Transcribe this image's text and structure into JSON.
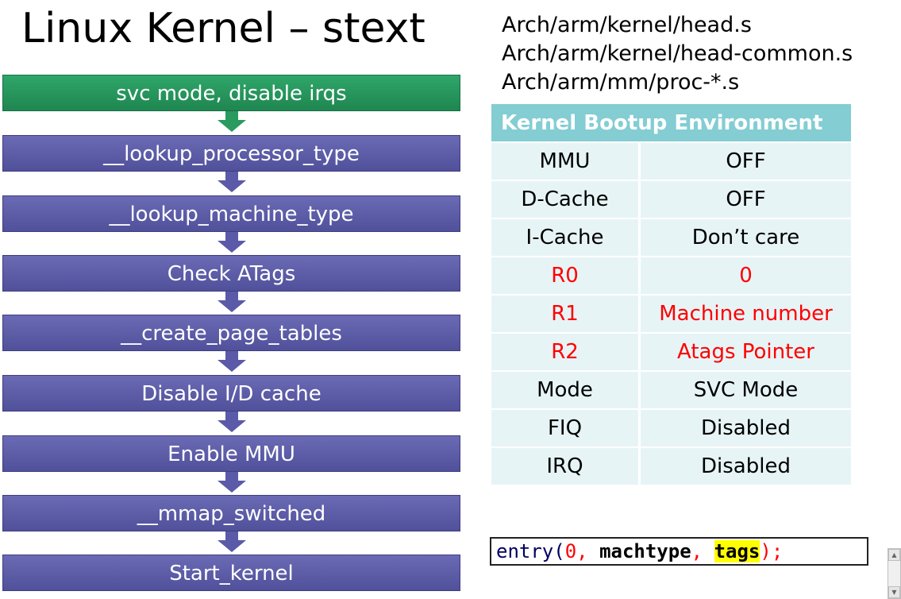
{
  "title": "Linux Kernel – stext",
  "files": [
    "Arch/arm/kernel/head.s",
    "Arch/arm/kernel/head-common.s",
    "Arch/arm/mm/proc-*.s"
  ],
  "flow_steps": [
    "svc mode, disable irqs",
    "__lookup_processor_type",
    "__lookup_machine_type",
    "Check ATags",
    "__create_page_tables",
    "Disable I/D cache",
    "Enable MMU",
    "__mmap_switched",
    "Start_kernel"
  ],
  "env_table": {
    "header": "Kernel Bootup Environment",
    "rows": [
      {
        "name": "MMU",
        "value": "OFF",
        "highlight": false
      },
      {
        "name": "D-Cache",
        "value": "OFF",
        "highlight": false
      },
      {
        "name": "I-Cache",
        "value": "Don’t care",
        "highlight": false
      },
      {
        "name": "R0",
        "value": "0",
        "highlight": true
      },
      {
        "name": "R1",
        "value": "Machine number",
        "highlight": true
      },
      {
        "name": "R2",
        "value": "Atags Pointer",
        "highlight": true
      },
      {
        "name": "Mode",
        "value": "SVC Mode",
        "highlight": false
      },
      {
        "name": "FIQ",
        "value": "Disabled",
        "highlight": false
      },
      {
        "name": "IRQ",
        "value": "Disabled",
        "highlight": false
      }
    ]
  },
  "code": {
    "fn": "entry",
    "open": "(",
    "arg0": "0",
    "sep1": ", ",
    "arg1": "machtype",
    "sep2": ", ",
    "arg2": "tags",
    "close": ")",
    "semi": ";"
  },
  "colors": {
    "first_step": "#1f8650",
    "steps": "#50509b",
    "table_header": "#83cdd3",
    "table_cell": "#e7f4f6",
    "highlight_text": "#ff0000"
  }
}
